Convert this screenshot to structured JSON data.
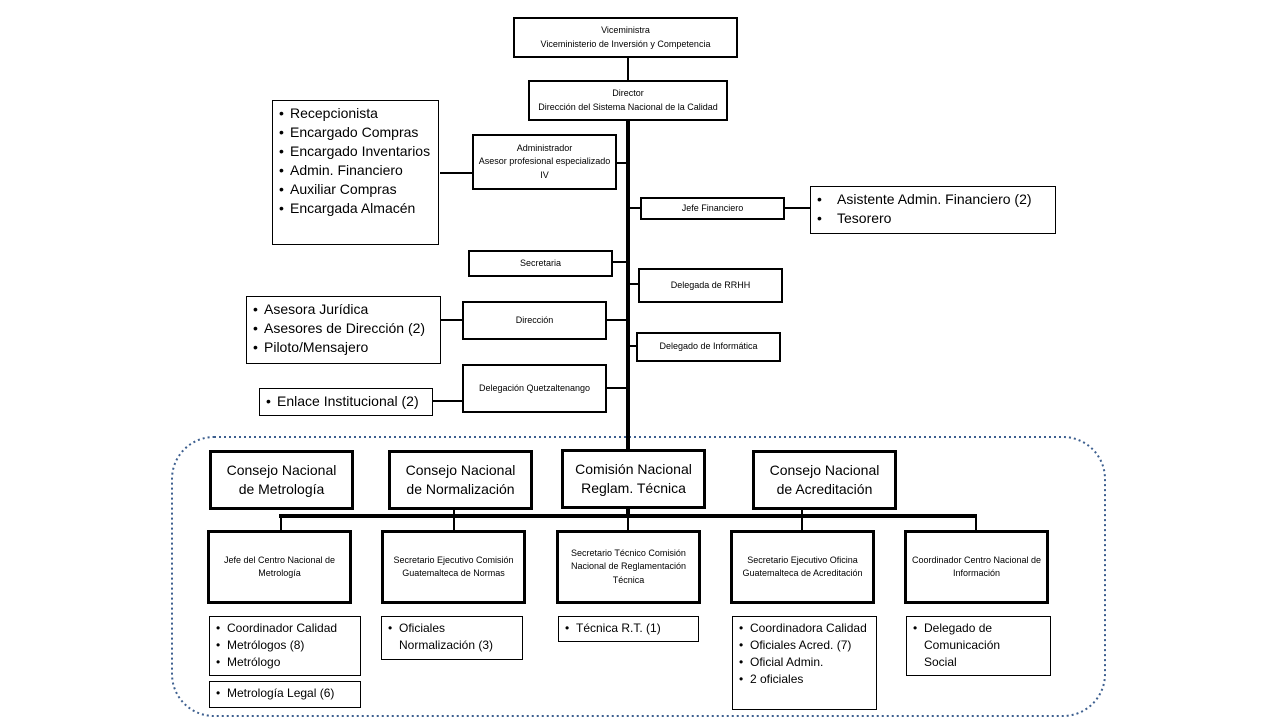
{
  "org": {
    "viceministra": {
      "title": "Viceministra",
      "subtitle": "Viceministerio de Inversión y Competencia"
    },
    "director": {
      "title": "Director",
      "subtitle": "Dirección del Sistema Nacional de la Calidad"
    },
    "administrador": {
      "title": "Administrador",
      "subtitle": "Asesor profesional especializado IV"
    },
    "admin_staff": [
      "Recepcionista",
      "Encargado Compras",
      "Encargado Inventarios",
      "Admin. Financiero",
      "Auxiliar Compras",
      "Encargada Almacén"
    ],
    "jefe_financiero": "Jefe Financiero",
    "financiero_staff": [
      "Asistente Admin. Financiero (2)",
      "Tesorero"
    ],
    "secretaria": "Secretaria",
    "delegada_rrhh": "Delegada de RRHH",
    "direccion": "Dirección",
    "direccion_staff": [
      "Asesora Jurídica",
      "Asesores de Dirección (2)",
      "Piloto/Mensajero"
    ],
    "delegado_informatica": "Delegado de Informática",
    "delegacion_quetzaltenango": "Delegación Quetzaltenango",
    "enlace_staff": [
      "Enlace Institucional (2)"
    ],
    "councils": [
      {
        "line1": "Consejo Nacional",
        "line2": "de Metrología"
      },
      {
        "line1": "Consejo Nacional",
        "line2": "de Normalización"
      },
      {
        "line1": "Comisión Nacional",
        "line2": "Reglam. Técnica"
      },
      {
        "line1": "Consejo Nacional",
        "line2": "de  Acreditación"
      }
    ],
    "units": [
      {
        "line1": "Jefe del Centro Nacional de",
        "line2": "Metrología",
        "line3": ""
      },
      {
        "line1": "Secretario Ejecutivo Comisión",
        "line2": "Guatemalteca de Normas",
        "line3": ""
      },
      {
        "line1": "Secretario Técnico Comisión",
        "line2": "Nacional de Reglamentación",
        "line3": "Técnica"
      },
      {
        "line1": "Secretario Ejecutivo Oficina",
        "line2": "Guatemalteca de Acreditación",
        "line3": ""
      },
      {
        "line1": "Coordinador Centro Nacional de",
        "line2": "Información",
        "line3": ""
      }
    ],
    "metrologia_staff": [
      "Coordinador Calidad",
      "Metrólogos (8)",
      "Metrólogo"
    ],
    "metrologia_legal": [
      "Metrología Legal (6)"
    ],
    "normalizacion_staff": [
      "Oficiales Normalización (3)"
    ],
    "reglamentacion_staff": [
      "Técnica R.T. (1)"
    ],
    "acreditacion_staff": [
      "Coordinadora Calidad",
      "Oficiales Acred. (7)",
      "Oficial Admin.",
      "2 oficiales"
    ],
    "informacion_staff": [
      "Delegado de Comunicación Social"
    ]
  },
  "colors": {
    "line": "#000000",
    "dotted_border": "#3d5f8f"
  }
}
